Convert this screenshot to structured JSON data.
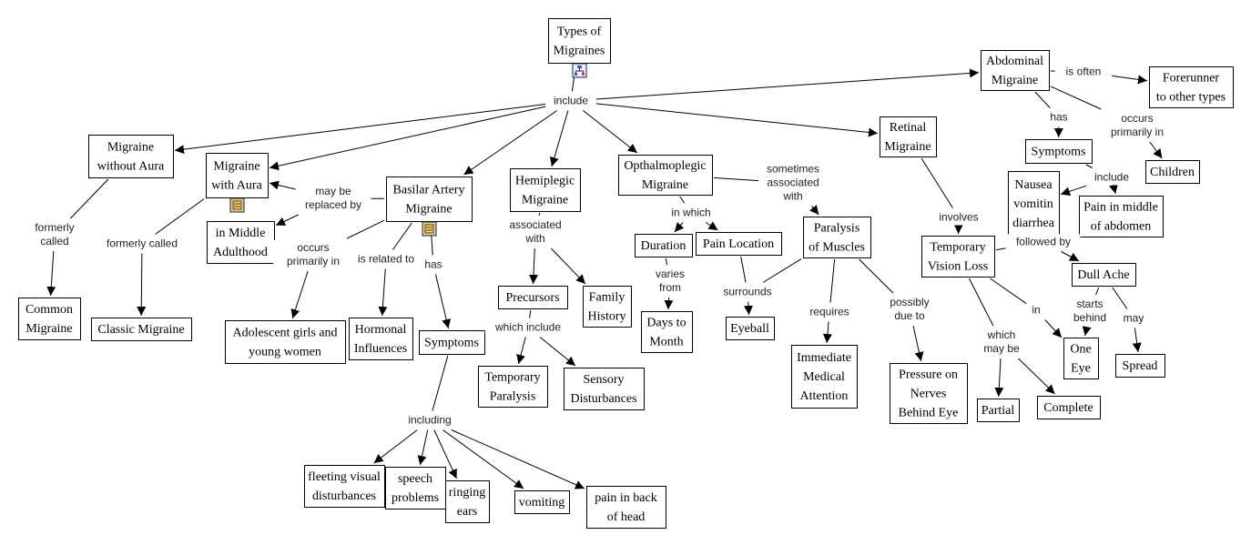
{
  "title": "Types of Migraines",
  "colors": {
    "line": "#000000",
    "box_border": "#000000",
    "note_icon": "#f0d27a",
    "submap_icon": "#3a5ab0"
  },
  "concepts": [
    {
      "id": "types",
      "lines": [
        "Types of",
        "Migraines"
      ],
      "icon": "submap-icon"
    },
    {
      "id": "mwo",
      "lines": [
        "Migraine",
        "without Aura"
      ]
    },
    {
      "id": "mwa",
      "lines": [
        "Migraine",
        "with Aura"
      ],
      "icon": "note-icon"
    },
    {
      "id": "basilar",
      "lines": [
        "Basilar Artery",
        "Migraine"
      ],
      "icon": "note-icon"
    },
    {
      "id": "hemi",
      "lines": [
        "Hemiplegic",
        "Migraine"
      ]
    },
    {
      "id": "optha",
      "lines": [
        "Opthalmoplegic",
        "Migraine"
      ]
    },
    {
      "id": "retinal",
      "lines": [
        "Retinal",
        "Migraine"
      ]
    },
    {
      "id": "abdominal",
      "lines": [
        "Abdominal",
        "Migraine"
      ]
    },
    {
      "id": "forerunner",
      "lines": [
        "Forerunner",
        "to other types"
      ]
    },
    {
      "id": "common",
      "lines": [
        "Common",
        "Migraine"
      ]
    },
    {
      "id": "classic",
      "lines": [
        "Classic Migraine"
      ]
    },
    {
      "id": "middle",
      "lines": [
        "in Middle",
        "Adulthood"
      ]
    },
    {
      "id": "adolescent",
      "lines": [
        "Adolescent girls and",
        "young women"
      ]
    },
    {
      "id": "hormonal",
      "lines": [
        "Hormonal",
        "Influences"
      ]
    },
    {
      "id": "symptoms_b",
      "lines": [
        "Symptoms"
      ]
    },
    {
      "id": "fleeting",
      "lines": [
        "fleeting visual",
        "disturbances"
      ]
    },
    {
      "id": "speech",
      "lines": [
        "speech",
        "problems"
      ]
    },
    {
      "id": "ringing",
      "lines": [
        "ringing",
        "ears"
      ]
    },
    {
      "id": "vomiting",
      "lines": [
        "vomiting"
      ]
    },
    {
      "id": "painback",
      "lines": [
        "pain in back",
        "of head"
      ]
    },
    {
      "id": "precursors",
      "lines": [
        "Precursors"
      ]
    },
    {
      "id": "family",
      "lines": [
        "Family",
        "History"
      ]
    },
    {
      "id": "tempparalysis",
      "lines": [
        "Temporary",
        "Paralysis"
      ]
    },
    {
      "id": "sensory",
      "lines": [
        "Sensory",
        "Disturbances"
      ]
    },
    {
      "id": "duration",
      "lines": [
        "Duration"
      ]
    },
    {
      "id": "painloc",
      "lines": [
        "Pain Location"
      ]
    },
    {
      "id": "days",
      "lines": [
        "Days to",
        "Month"
      ]
    },
    {
      "id": "eyeball",
      "lines": [
        "Eyeball"
      ]
    },
    {
      "id": "paralysis",
      "lines": [
        "Paralysis",
        "of Muscles"
      ]
    },
    {
      "id": "immediate",
      "lines": [
        "Immediate",
        "Medical",
        "Attention"
      ]
    },
    {
      "id": "pressure",
      "lines": [
        "Pressure on",
        "Nerves",
        "Behind Eye"
      ]
    },
    {
      "id": "tvl",
      "lines": [
        "Temporary",
        "Vision Loss"
      ]
    },
    {
      "id": "partial",
      "lines": [
        "Partial"
      ]
    },
    {
      "id": "complete",
      "lines": [
        "Complete"
      ]
    },
    {
      "id": "oneeye",
      "lines": [
        "One",
        "Eye"
      ]
    },
    {
      "id": "dullache",
      "lines": [
        "Dull Ache"
      ]
    },
    {
      "id": "spread",
      "lines": [
        "Spread"
      ]
    },
    {
      "id": "symptoms_a",
      "lines": [
        "Symptoms"
      ]
    },
    {
      "id": "children",
      "lines": [
        "Children"
      ]
    },
    {
      "id": "nausea",
      "lines": [
        "Nausea",
        "vomitin",
        "diarrhea"
      ]
    },
    {
      "id": "painmiddle",
      "lines": [
        "Pain in middle",
        "of abdomen"
      ]
    }
  ],
  "link_phrases": [
    {
      "id": "l_include",
      "lines": [
        "include"
      ]
    },
    {
      "id": "l_fc1",
      "lines": [
        "formerly",
        "called"
      ]
    },
    {
      "id": "l_fc2",
      "lines": [
        "formerly called"
      ]
    },
    {
      "id": "l_replaced",
      "lines": [
        "may be",
        "replaced by"
      ]
    },
    {
      "id": "l_occurs_b",
      "lines": [
        "occurs",
        "primarily in"
      ]
    },
    {
      "id": "l_related",
      "lines": [
        "is related to"
      ]
    },
    {
      "id": "l_has_b",
      "lines": [
        "has"
      ]
    },
    {
      "id": "l_including",
      "lines": [
        "including"
      ]
    },
    {
      "id": "l_assoc",
      "lines": [
        "associated",
        "with"
      ]
    },
    {
      "id": "l_which_include",
      "lines": [
        "which include"
      ]
    },
    {
      "id": "l_in_which",
      "lines": [
        "in which"
      ]
    },
    {
      "id": "l_varies",
      "lines": [
        "varies",
        "from"
      ]
    },
    {
      "id": "l_surrounds",
      "lines": [
        "surrounds"
      ]
    },
    {
      "id": "l_sometimes",
      "lines": [
        "sometimes",
        "associated",
        "with"
      ]
    },
    {
      "id": "l_requires",
      "lines": [
        "requires"
      ]
    },
    {
      "id": "l_possibly",
      "lines": [
        "possibly",
        "due to"
      ]
    },
    {
      "id": "l_involves",
      "lines": [
        "involves"
      ]
    },
    {
      "id": "l_followed",
      "lines": [
        "followed by"
      ]
    },
    {
      "id": "l_in",
      "lines": [
        "in"
      ]
    },
    {
      "id": "l_which_may",
      "lines": [
        "which",
        "may be"
      ]
    },
    {
      "id": "l_starts",
      "lines": [
        "starts",
        "behind"
      ]
    },
    {
      "id": "l_may",
      "lines": [
        "may"
      ]
    },
    {
      "id": "l_is_often",
      "lines": [
        "is often"
      ]
    },
    {
      "id": "l_has_a",
      "lines": [
        "has"
      ]
    },
    {
      "id": "l_occurs_a",
      "lines": [
        "occurs",
        "primarily in"
      ]
    },
    {
      "id": "l_include_a",
      "lines": [
        "include"
      ]
    }
  ],
  "connections": [
    [
      "types",
      "l_include"
    ],
    [
      "l_include",
      "mwo"
    ],
    [
      "l_include",
      "mwa"
    ],
    [
      "l_include",
      "basilar"
    ],
    [
      "l_include",
      "hemi"
    ],
    [
      "l_include",
      "optha"
    ],
    [
      "l_include",
      "retinal"
    ],
    [
      "l_include",
      "abdominal"
    ],
    [
      "mwo",
      "l_fc1"
    ],
    [
      "l_fc1",
      "common"
    ],
    [
      "mwa",
      "l_fc2"
    ],
    [
      "l_fc2",
      "classic"
    ],
    [
      "basilar",
      "l_replaced"
    ],
    [
      "l_replaced",
      "mwa"
    ],
    [
      "l_replaced",
      "middle"
    ],
    [
      "basilar",
      "l_occurs_b"
    ],
    [
      "l_occurs_b",
      "adolescent"
    ],
    [
      "basilar",
      "l_related"
    ],
    [
      "l_related",
      "hormonal"
    ],
    [
      "basilar",
      "l_has_b"
    ],
    [
      "l_has_b",
      "symptoms_b"
    ],
    [
      "symptoms_b",
      "l_including"
    ],
    [
      "l_including",
      "fleeting"
    ],
    [
      "l_including",
      "speech"
    ],
    [
      "l_including",
      "ringing"
    ],
    [
      "l_including",
      "vomiting"
    ],
    [
      "l_including",
      "painback"
    ],
    [
      "hemi",
      "l_assoc"
    ],
    [
      "l_assoc",
      "precursors"
    ],
    [
      "l_assoc",
      "family"
    ],
    [
      "precursors",
      "l_which_include"
    ],
    [
      "l_which_include",
      "tempparalysis"
    ],
    [
      "l_which_include",
      "sensory"
    ],
    [
      "optha",
      "l_in_which"
    ],
    [
      "l_in_which",
      "duration"
    ],
    [
      "l_in_which",
      "painloc"
    ],
    [
      "duration",
      "l_varies"
    ],
    [
      "l_varies",
      "days"
    ],
    [
      "painloc",
      "l_surrounds"
    ],
    [
      "paralysis",
      "l_surrounds"
    ],
    [
      "l_surrounds",
      "eyeball"
    ],
    [
      "optha",
      "l_sometimes"
    ],
    [
      "l_sometimes",
      "paralysis"
    ],
    [
      "paralysis",
      "l_requires"
    ],
    [
      "l_requires",
      "immediate"
    ],
    [
      "paralysis",
      "l_possibly"
    ],
    [
      "l_possibly",
      "pressure"
    ],
    [
      "retinal",
      "l_involves"
    ],
    [
      "l_involves",
      "tvl"
    ],
    [
      "tvl",
      "l_followed"
    ],
    [
      "l_followed",
      "dullache"
    ],
    [
      "tvl",
      "l_in"
    ],
    [
      "l_in",
      "oneeye"
    ],
    [
      "tvl",
      "l_which_may"
    ],
    [
      "l_which_may",
      "partial"
    ],
    [
      "l_which_may",
      "complete"
    ],
    [
      "dullache",
      "l_starts"
    ],
    [
      "l_starts",
      "oneeye"
    ],
    [
      "dullache",
      "l_may"
    ],
    [
      "l_may",
      "spread"
    ],
    [
      "abdominal",
      "l_is_often"
    ],
    [
      "l_is_often",
      "forerunner"
    ],
    [
      "abdominal",
      "l_has_a"
    ],
    [
      "l_has_a",
      "symptoms_a"
    ],
    [
      "abdominal",
      "l_occurs_a"
    ],
    [
      "l_occurs_a",
      "children"
    ],
    [
      "symptoms_a",
      "l_include_a"
    ],
    [
      "l_include_a",
      "nausea"
    ],
    [
      "l_include_a",
      "painmiddle"
    ]
  ]
}
